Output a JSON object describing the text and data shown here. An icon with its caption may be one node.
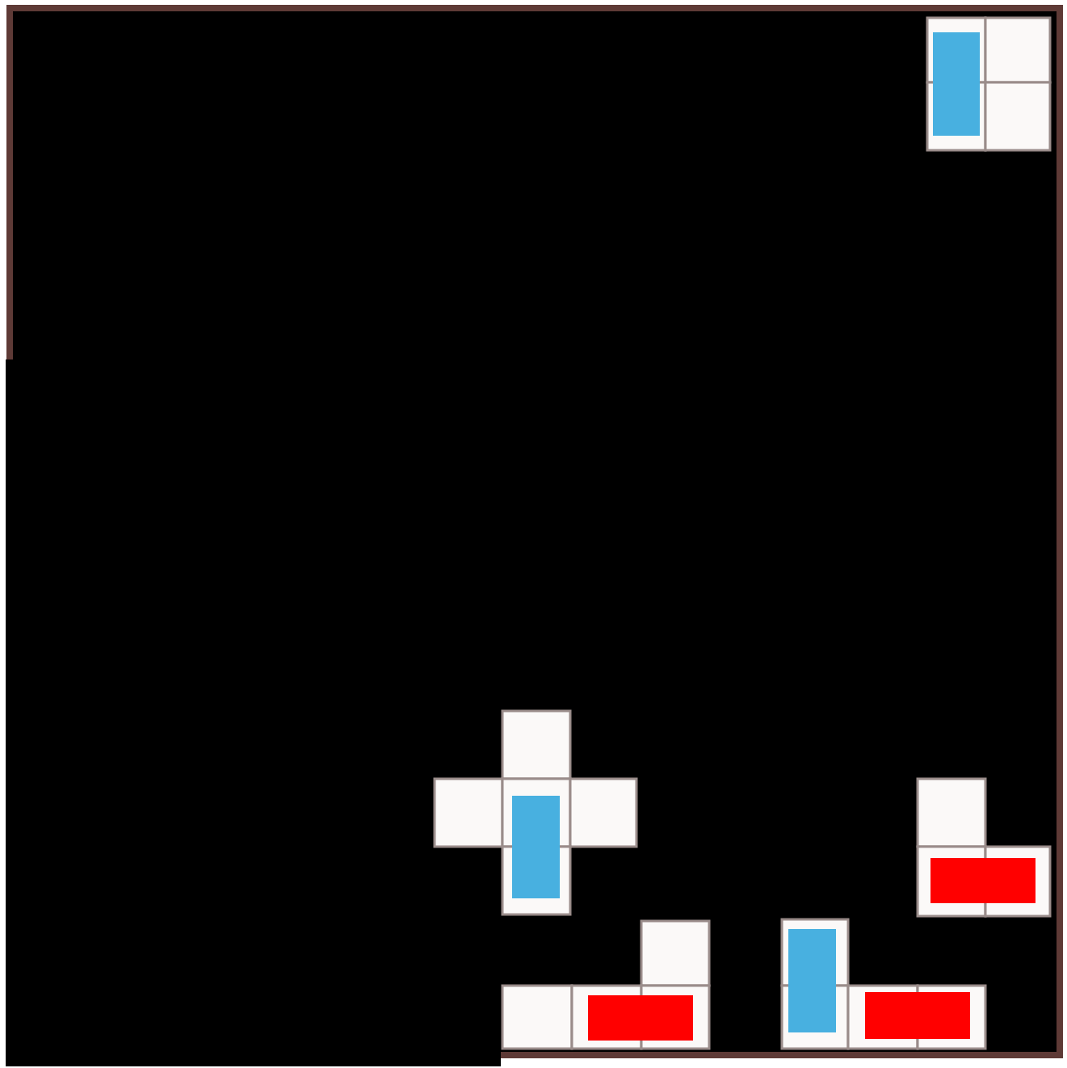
{
  "diagram": {
    "nodes": [
      {
        "text": [],
        "shape": "box"
      },
      {
        "text": [],
        "shape": "box"
      },
      {
        "text": [],
        "shape": "box"
      },
      {
        "text": [],
        "shape": "box"
      },
      {
        "text": [],
        "shape": "bar"
      },
      {
        "text": [],
        "shape": "box"
      },
      {
        "text": [],
        "shape": "box"
      },
      {
        "text": [],
        "shape": "box"
      },
      {
        "text": [],
        "shape": "box"
      },
      {
        "text": [],
        "shape": "box"
      },
      {
        "text": [],
        "shape": "bar"
      },
      {
        "text": [],
        "shape": "box"
      },
      {
        "text": [],
        "shape": "box"
      },
      {
        "text": [],
        "shape": "box"
      },
      {
        "text": [],
        "shape": "bar"
      },
      {
        "text": [],
        "shape": "box"
      },
      {
        "text": [],
        "shape": "box"
      },
      {
        "text": [],
        "shape": "bar"
      },
      {
        "text": [],
        "shape": "box"
      },
      {
        "text": [],
        "shape": "box"
      },
      {
        "text": [],
        "shape": "box"
      },
      {
        "text": [],
        "shape": "box"
      },
      {
        "text": [],
        "shape": "box"
      },
      {
        "text": [],
        "shape": "box"
      },
      {
        "text": [],
        "shape": "bar"
      },
      {
        "text": [],
        "shape": "bar"
      }
    ]
  }
}
